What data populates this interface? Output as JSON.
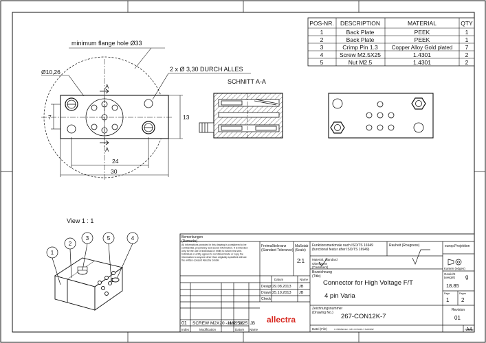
{
  "bom": {
    "headers": [
      "POS-NR.",
      "DESCRIPTION",
      "MATERIAL",
      "QTY"
    ],
    "rows": [
      [
        "1",
        "Back Plate",
        "PEEK",
        "1"
      ],
      [
        "2",
        "Back Plate",
        "PEEK",
        "1"
      ],
      [
        "3",
        "Crimp Pin 1.3",
        "Copper Alloy Gold plated",
        "7"
      ],
      [
        "4",
        "Screw M2.5X25",
        "1.4301",
        "2"
      ],
      [
        "5",
        "Nut M2.5",
        "1.4301",
        "2"
      ]
    ]
  },
  "dims": {
    "flange_hole": "minimum flange hole Ø33",
    "dia_left": "Ø10,26",
    "holes": "2 x Ø 3,30 DURCH ALLES",
    "section": "SCHNITT A-A",
    "d7": "7",
    "d13": "13",
    "d24": "24",
    "d30": "30",
    "cut_a_top": "A",
    "cut_a_bottom": "A"
  },
  "view_label": "View 1 : 1",
  "balloons": [
    "1",
    "2",
    "3",
    "4",
    "5"
  ],
  "title_block": {
    "remarks_label": "Bemerkungen\n(Remarks)",
    "disclaimer": "All informations provided in this drawing is considered to be confidential, proprietary and secret information. It is intended only for the use of individual or entity to whom it is sent. Individual or entity agrees to not disseminate or copy the information to anyone other than originally specified without the written consent Allectra GmbH.",
    "tolerance_label": "Freimaßtoleranz\n(Standard Tolerance)",
    "scale_label": "Maßstab\n(Scale)",
    "scale_value": "2:1",
    "function_label": "Funktionsmerkmale nach ISO/TS 16949\n(functional featur after ISO/TS 16949)",
    "roughness_label": "Rauheit (Rougness)",
    "projection_label": "europ.Projektion",
    "material_label": "Material, Standard",
    "surface_label": "Oberfläche\n(Treatment)",
    "edges_label": "Kanten (edges)",
    "title_label": "Bezeichnung\n(Title)",
    "title_line1": "Connector for High Voltage F/T",
    "title_line2": "4 pin Varia",
    "weight_label": "Gewicht\n(weight)",
    "weight_unit": "g",
    "weight_value": "18.85",
    "page_label": "Page",
    "pages_label": "Pages",
    "page_value": "1",
    "pages_value": "2",
    "drawing_no_label": "Zeichnungsnummer\n(Drawing No.)",
    "drawing_no": "267-CON12K-7",
    "revision_label": "Revision",
    "revision_value": "01",
    "datum_label": "Datum",
    "name_label": "Name",
    "design_label": "Design",
    "design_date": "29.08.2013",
    "design_name": "JB",
    "drawn_label": "Drawn",
    "drawn_date": "25.10.2013",
    "drawn_name": "JB",
    "check_label": "Check",
    "rev_index": "01",
    "rev_text": "SCREW M2X20 ->M2.5X25",
    "rev_date": "11.02.13",
    "rev_name": "JB",
    "index_label": "Index",
    "modification_label": "Modification",
    "file_label": "Datei (File)",
    "file_value": "C:\\PDMWorks\\...\\267-CON12K-7.SLDDRW",
    "format_label": "Format",
    "format_value": "A4",
    "logo_text": "allectra"
  },
  "colors": {
    "line": "#111111",
    "logo": "#d7261e",
    "hatch": "#333333"
  }
}
